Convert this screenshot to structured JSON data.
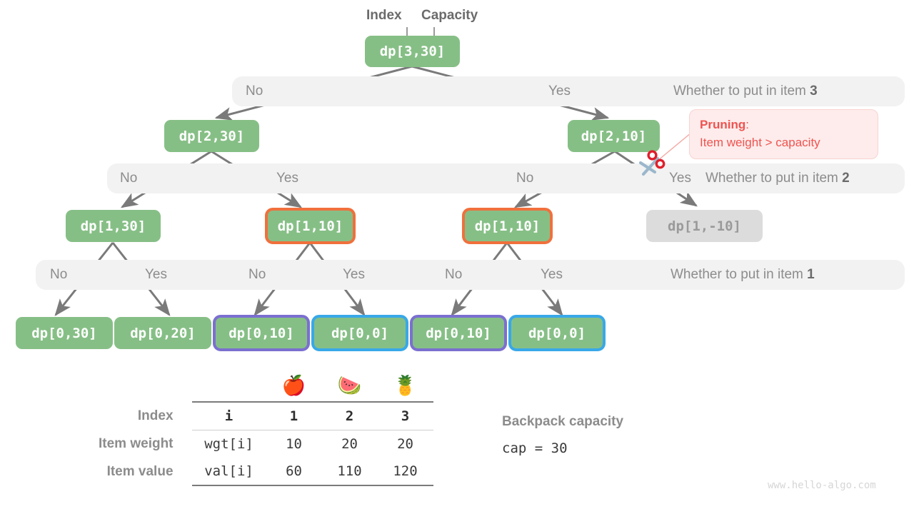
{
  "title": "Knapsack DP recursion tree with pruning",
  "annotations": {
    "index_label": "Index",
    "capacity_label": "Capacity"
  },
  "levels": [
    {
      "no": "No",
      "yes": "Yes",
      "question_prefix": "Whether to put in item ",
      "item": "3"
    },
    {
      "no": "No",
      "yes": "Yes",
      "question_prefix": "Whether to put in item ",
      "item": "2"
    },
    {
      "no": "No",
      "yes": "Yes",
      "question_prefix": "Whether to put in item ",
      "item": "1"
    }
  ],
  "level2_labels": {
    "no_a": "No",
    "yes_a": "Yes",
    "no_b": "No",
    "yes_b": "Yes"
  },
  "level3_labels": {
    "no_a": "No",
    "yes_a": "Yes",
    "no_b": "No",
    "yes_b": "Yes",
    "no_c": "No",
    "yes_c": "Yes"
  },
  "nodes": {
    "root": "dp[3,30]",
    "l1_left": "dp[2,30]",
    "l1_right": "dp[2,10]",
    "l2_a": "dp[1,30]",
    "l2_b": "dp[1,10]",
    "l2_c": "dp[1,10]",
    "l2_d": "dp[1,-10]",
    "l3_a": "dp[0,30]",
    "l3_b": "dp[0,20]",
    "l3_c": "dp[0,10]",
    "l3_d": "dp[0,0]",
    "l3_e": "dp[0,10]",
    "l3_f": "dp[0,0]"
  },
  "pruning": {
    "title": "Pruning",
    "title_colon": ":",
    "subtitle": "Item weight > capacity",
    "icon": "scissors-icon"
  },
  "table": {
    "emojis": [
      "🍎",
      "🍉",
      "🍍"
    ],
    "rows": [
      {
        "label": "Index",
        "key": "i",
        "values": [
          "1",
          "2",
          "3"
        ],
        "bold": true
      },
      {
        "label": "Item weight",
        "key": "wgt[i]",
        "values": [
          "10",
          "20",
          "20"
        ],
        "bold": false
      },
      {
        "label": "Item value",
        "key": "val[i]",
        "values": [
          "60",
          "110",
          "120"
        ],
        "bold": false
      }
    ]
  },
  "capacity_note": {
    "title": "Backpack capacity",
    "code": "cap = 30"
  },
  "watermark": "www.hello-algo.com",
  "colors": {
    "node_green": "#86bf86",
    "node_muted": "#dcdcdc",
    "highlight_orange": "#f0703c",
    "highlight_purple": "#7b6fd0",
    "highlight_blue": "#38a8e8",
    "bar_bg": "#f2f2f2",
    "text_gray": "#8c8c8c",
    "prune_red": "#ef5350",
    "edge_gray": "#7a7a7a"
  }
}
